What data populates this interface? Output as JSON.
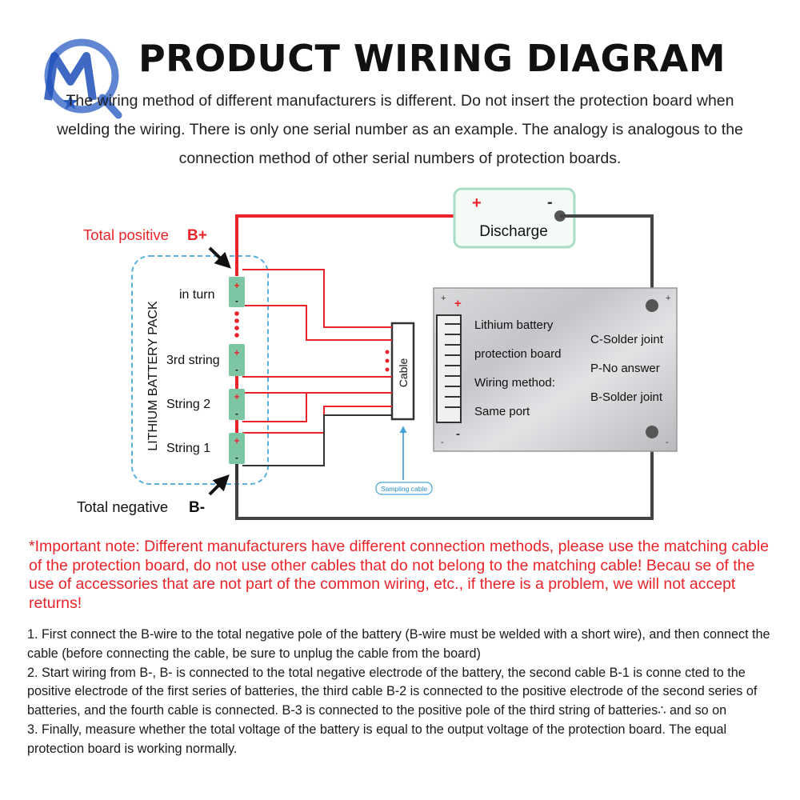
{
  "header": {
    "title": "PRODUCT WIRING DIAGRAM",
    "subtitle_lines": [
      "The wiring method of different manufacturers is different. Do not insert the protection board when",
      "welding the wiring. There is only one serial number as an example. The analogy is analogous to the",
      "connection method of other serial numbers of protection boards."
    ]
  },
  "diagram": {
    "total_positive": "Total positive",
    "b_plus": "B+",
    "total_negative": "Total negative",
    "b_minus": "B-",
    "pack_label": "LITHIUM BATTERY PACK",
    "cells": [
      {
        "label": "in turn"
      },
      {
        "label": "3rd string"
      },
      {
        "label": "String 2"
      },
      {
        "label": "String 1"
      }
    ],
    "plus": "+",
    "minus": "-",
    "cable": "Cable",
    "sampling_cable": "Sampling cable",
    "discharge": "Discharge",
    "board": {
      "left_lines": [
        "Lithium battery",
        "protection board",
        "Wiring method:",
        "Same port"
      ],
      "right_lines": [
        "C-Solder joint",
        "P-No answer",
        "B-Solder joint"
      ]
    }
  },
  "note_text": "*Important note: Different manufacturers have different connection methods, please use the matching cable of the protection board, do not use other cables that do not belong to the matching cable! Becau se of the use of accessories that are not part of the common wiring, etc., if there is a problem, we will not accept returns!",
  "steps": [
    "1. First connect the B-wire to the total negative pole of the battery (B-wire must be welded with a short wire), and then connect the cable (before connecting the cable, be sure to unplug the cable from the board)",
    "2. Start wiring from B-, B- is connected to the total negative electrode of the battery, the second cable B-1 is conne cted to the positive electrode of the first series of batteries, the third cable B-2 is connected to the positive electrode of the second series of batteries, and the fourth cable is connected. B-3 is connected to the positive pole of the third string of batteries∴ and so on",
    "3. Finally, measure whether the total voltage of the battery is equal to the output voltage of the protection board.  The equal protection board is working normally."
  ],
  "colors": {
    "red": "#e8242a",
    "wire_dark": "#333333",
    "cell_green": "#7ec5a3",
    "dashed_blue": "#5ab0dc",
    "discharge_border": "#a8dcc3",
    "logo_blue": "#2a5cc4"
  }
}
